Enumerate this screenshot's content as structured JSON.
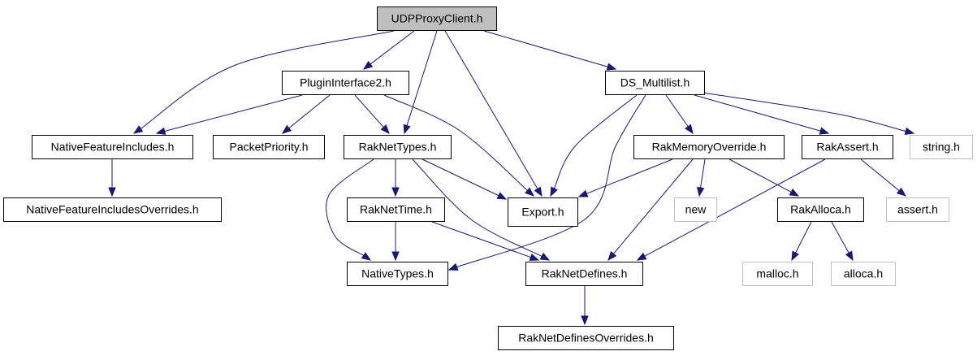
{
  "graph": {
    "edge_color": "#191970",
    "root_fill": "#bfbfbf",
    "external_border": "#bfbfbf",
    "nodes": [
      {
        "id": "udpproxyclient",
        "label": "UDPProxyClient.h",
        "style": "root"
      },
      {
        "id": "plugininterface2",
        "label": "PluginInterface2.h",
        "style": "normal"
      },
      {
        "id": "ds-multilist",
        "label": "DS_Multilist.h",
        "style": "normal"
      },
      {
        "id": "nativefeatureincludes",
        "label": "NativeFeatureIncludes.h",
        "style": "normal"
      },
      {
        "id": "packetpriority",
        "label": "PacketPriority.h",
        "style": "normal"
      },
      {
        "id": "raknettypes",
        "label": "RakNetTypes.h",
        "style": "normal"
      },
      {
        "id": "rakmemoryoverride",
        "label": "RakMemoryOverride.h",
        "style": "normal"
      },
      {
        "id": "rakassert",
        "label": "RakAssert.h",
        "style": "normal"
      },
      {
        "id": "string",
        "label": "string.h",
        "style": "external"
      },
      {
        "id": "nativefeatureincludesoverrides",
        "label": "NativeFeatureIncludesOverrides.h",
        "style": "normal"
      },
      {
        "id": "raknettime",
        "label": "RakNetTime.h",
        "style": "normal"
      },
      {
        "id": "export",
        "label": "Export.h",
        "style": "normal"
      },
      {
        "id": "new",
        "label": "new",
        "style": "external"
      },
      {
        "id": "rakalloca",
        "label": "RakAlloca.h",
        "style": "normal"
      },
      {
        "id": "assert",
        "label": "assert.h",
        "style": "external"
      },
      {
        "id": "nativetypes",
        "label": "NativeTypes.h",
        "style": "normal"
      },
      {
        "id": "raknetdefines",
        "label": "RakNetDefines.h",
        "style": "normal"
      },
      {
        "id": "malloc",
        "label": "malloc.h",
        "style": "external"
      },
      {
        "id": "alloca",
        "label": "alloca.h",
        "style": "external"
      },
      {
        "id": "raknetdefinesoverrides",
        "label": "RakNetDefinesOverrides.h",
        "style": "normal"
      }
    ],
    "edges": [
      {
        "from": "udpproxyclient",
        "to": "plugininterface2"
      },
      {
        "from": "udpproxyclient",
        "to": "ds-multilist"
      },
      {
        "from": "udpproxyclient",
        "to": "nativefeatureincludes"
      },
      {
        "from": "udpproxyclient",
        "to": "raknettypes"
      },
      {
        "from": "udpproxyclient",
        "to": "export"
      },
      {
        "from": "plugininterface2",
        "to": "nativefeatureincludes"
      },
      {
        "from": "plugininterface2",
        "to": "packetpriority"
      },
      {
        "from": "plugininterface2",
        "to": "raknettypes"
      },
      {
        "from": "plugininterface2",
        "to": "export"
      },
      {
        "from": "ds-multilist",
        "to": "export"
      },
      {
        "from": "ds-multilist",
        "to": "nativetypes"
      },
      {
        "from": "ds-multilist",
        "to": "rakmemoryoverride"
      },
      {
        "from": "ds-multilist",
        "to": "rakassert"
      },
      {
        "from": "ds-multilist",
        "to": "string"
      },
      {
        "from": "nativefeatureincludes",
        "to": "nativefeatureincludesoverrides"
      },
      {
        "from": "raknettypes",
        "to": "raknettime"
      },
      {
        "from": "raknettypes",
        "to": "nativetypes"
      },
      {
        "from": "raknettypes",
        "to": "export"
      },
      {
        "from": "raknettypes",
        "to": "raknetdefines"
      },
      {
        "from": "rakmemoryoverride",
        "to": "export"
      },
      {
        "from": "rakmemoryoverride",
        "to": "new"
      },
      {
        "from": "rakmemoryoverride",
        "to": "rakalloca"
      },
      {
        "from": "rakmemoryoverride",
        "to": "raknetdefines"
      },
      {
        "from": "rakassert",
        "to": "raknetdefines"
      },
      {
        "from": "rakassert",
        "to": "assert"
      },
      {
        "from": "raknettime",
        "to": "nativetypes"
      },
      {
        "from": "raknettime",
        "to": "raknetdefines"
      },
      {
        "from": "rakalloca",
        "to": "malloc"
      },
      {
        "from": "rakalloca",
        "to": "alloca"
      },
      {
        "from": "raknetdefines",
        "to": "raknetdefinesoverrides"
      }
    ]
  }
}
